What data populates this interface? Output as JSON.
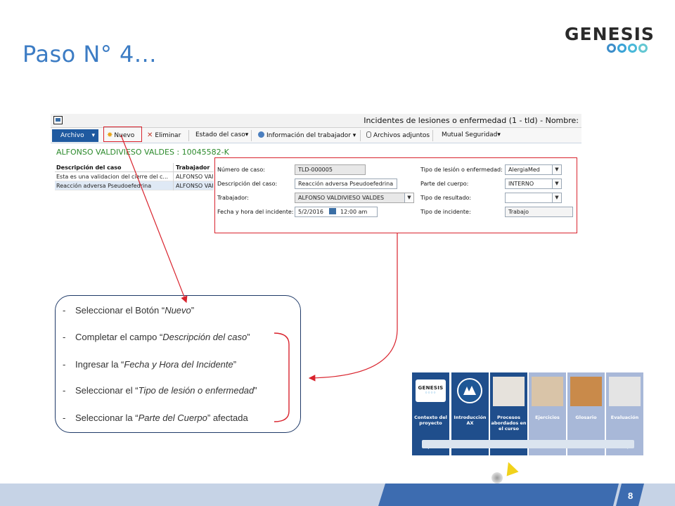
{
  "slide": {
    "title": "Paso N° 4...",
    "page_number": "8"
  },
  "logo": {
    "word": "GENESIS"
  },
  "window": {
    "title": "Incidentes de lesiones o enfermedad (1 - tld) - Nombre:",
    "ribbon": {
      "archivo": "Archivo",
      "nuevo": "Nuevo",
      "eliminar": "Eliminar",
      "estado": "Estado del caso",
      "info_trabajador": "Información del trabajador",
      "adjuntos": "Archivos adjuntos",
      "mutual": "Mutual Seguridad"
    },
    "worker_heading": "ALFONSO VALDIVIESO VALDES : 10045582-K",
    "grid": {
      "headers": [
        "Descripción del caso",
        "Trabajador"
      ],
      "rows": [
        [
          "Esta es una validacion del cierre del c...",
          "ALFONSO VAI"
        ],
        [
          "Reacción adversa Pseudoefedrina",
          "ALFONSO VAI"
        ]
      ]
    },
    "form": {
      "numero_label": "Número de caso:",
      "numero_value": "TLD-000005",
      "descripcion_label": "Descripción del caso:",
      "descripcion_value": "Reacción adversa Pseudoefedrina",
      "trabajador_label": "Trabajador:",
      "trabajador_value": "ALFONSO VALDIVIESO VALDES",
      "fecha_label": "Fecha y hora del incidente:",
      "fecha_value": "5/2/2016",
      "hora_value": "12:00 am",
      "tipo_lesion_label": "Tipo de lesión o enfermedad:",
      "tipo_lesion_value": "AlergiaMed",
      "parte_label": "Parte del cuerpo:",
      "parte_value": "INTERNO",
      "resultado_label": "Tipo de resultado:",
      "resultado_value": "",
      "incidente_label": "Tipo de incidente:",
      "incidente_value": "Trabajo"
    }
  },
  "instructions": {
    "s1_pre": "Seleccionar el Botón “",
    "s1_em": "Nuevo",
    "s1_post": "”",
    "s2_pre": "Completar el campo “",
    "s2_em": "Descripción del caso",
    "s2_post": "”",
    "s3_pre": "Ingresar la “",
    "s3_em": "Fecha y Hora del Incidente",
    "s3_post": "”",
    "s4_pre": "Seleccionar el “",
    "s4_em": "Tipo de lesión o enfermedad",
    "s4_post": "”",
    "s5_pre": "Seleccionar la “",
    "s5_em": "Parte del Cuerpo",
    "s5_post": "” afectada"
  },
  "nav": {
    "logo_word": "GENESIS",
    "tiles": [
      "Contexto del proyecto",
      "Introducción AX",
      "Procesos abordados en el curso",
      "Ejercicios",
      "Glosario",
      "Evaluación"
    ]
  },
  "colors": {
    "title_blue": "#3c7cc4",
    "highlight_red": "#d9232d",
    "tile_dark": "#1f4e8c",
    "tile_light": "#a8b8d8",
    "footer_blue": "#c6d3e6"
  }
}
